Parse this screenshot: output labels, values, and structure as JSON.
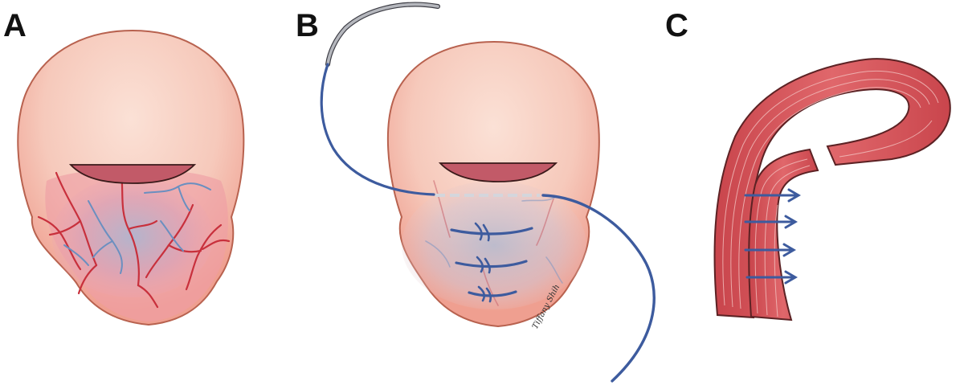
{
  "figure": {
    "panels": [
      {
        "label": "A"
      },
      {
        "label": "B"
      },
      {
        "label": "C"
      }
    ],
    "signature": "Tiffany Shih"
  },
  "colors": {
    "uterus_fill": "#f4bfb1",
    "uterus_light": "#fbe1d6",
    "uterus_outline": "#b8624f",
    "lower_segment_pink": "#ee9ea4",
    "congestion_blue": "#9eb0cc",
    "vessel_red": "#c8303c",
    "vessel_blue": "#6a8fc0",
    "incision": "#c25a68",
    "suture_blue": "#3d5b9e",
    "suture_gray": "#b5b7bd",
    "wall_red": "#d8545b",
    "wall_outline": "#5c2224"
  }
}
